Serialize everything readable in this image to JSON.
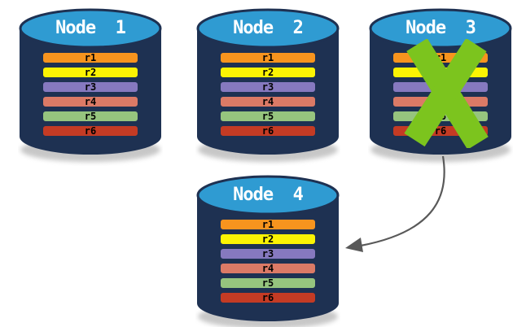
{
  "nodes": [
    {
      "title": "Node  1"
    },
    {
      "title": "Node  2"
    },
    {
      "title": "Node  3"
    },
    {
      "title": "Node  4"
    }
  ],
  "row_labels": [
    "r1",
    "r2",
    "r3",
    "r4",
    "r5",
    "r6"
  ],
  "colors": {
    "cylinder_body": "#1E3152",
    "cylinder_top": "#2F9BD2",
    "row_colors": [
      "#F7941E",
      "#FBF303",
      "#8679BF",
      "#DB7A66",
      "#96C47E",
      "#C43B24"
    ],
    "failure_x": "#7CC41E",
    "arrow": "#595959",
    "shadow": "#9A9A9A"
  }
}
